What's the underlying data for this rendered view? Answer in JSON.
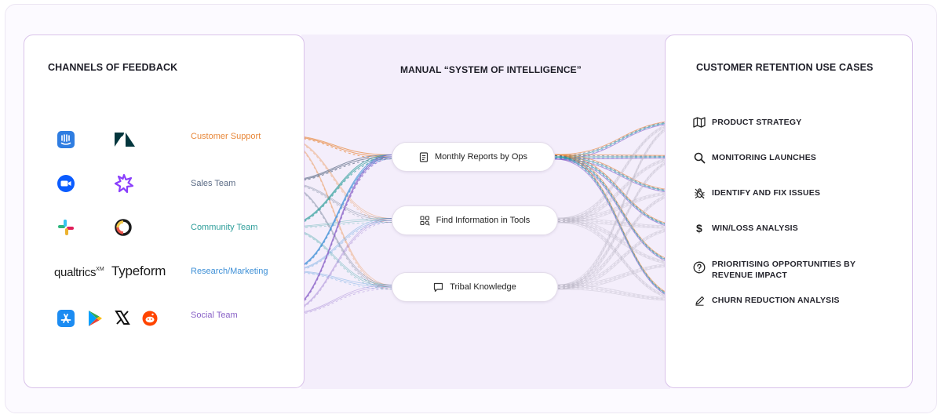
{
  "left_panel": {
    "title": "CHANNELS OF FEEDBACK",
    "tools": [
      {
        "icon": "intercom-icon",
        "color": "#2f7de1"
      },
      {
        "icon": "zendesk-icon",
        "color": "#03363d"
      },
      {
        "icon": "zoom-icon",
        "color": "#0b5cff"
      },
      {
        "icon": "gong-icon",
        "color": "#8a3ffc"
      },
      {
        "icon": "slack-icon",
        "color": "#e01e5a"
      },
      {
        "icon": "delighted-icon",
        "color": "#1a1a1a"
      },
      {
        "icon": "qualtrics-logo",
        "text": "qualtrics",
        "suffix": "XM"
      },
      {
        "icon": "typeform-logo",
        "text": "Typeform"
      },
      {
        "icon": "app-store-icon",
        "color": "#1c8cf2"
      },
      {
        "icon": "google-play-icon",
        "color": "#34a853"
      },
      {
        "icon": "x-icon",
        "color": "#111111"
      },
      {
        "icon": "reddit-icon",
        "color": "#ff4500"
      }
    ],
    "teams": [
      {
        "label": "Customer Support",
        "color": "#e8883a"
      },
      {
        "label": "Sales Team",
        "color": "#5b6b85"
      },
      {
        "label": "Community Team",
        "color": "#2e9e9a"
      },
      {
        "label": "Research/Marketing",
        "color": "#3d8fd6"
      },
      {
        "label": "Social Team",
        "color": "#8a63c7"
      }
    ]
  },
  "center": {
    "title": "MANUAL “SYSTEM OF INTELLIGENCE”",
    "nodes": [
      {
        "label": "Monthly Reports by Ops",
        "icon": "document-icon"
      },
      {
        "label": "Find Information in Tools",
        "icon": "search-grid-icon"
      },
      {
        "label": "Tribal Knowledge",
        "icon": "chat-icon"
      }
    ]
  },
  "right_panel": {
    "title": "CUSTOMER RETENTION  USE CASES",
    "use_cases": [
      {
        "label": "PRODUCT STRATEGY",
        "icon": "map-icon"
      },
      {
        "label": "MONITORING LAUNCHES",
        "icon": "magnifier-icon"
      },
      {
        "label": "IDENTIFY AND FIX ISSUES",
        "icon": "bug-icon"
      },
      {
        "label": "WIN/LOSS ANALYSIS",
        "icon": "dollar-icon"
      },
      {
        "label": "PRIORITISING OPPORTUNITIES  BY\nREVENUE IMPACT",
        "icon": "question-circle-icon"
      },
      {
        "label": "CHURN REDUCTION ANALYSIS",
        "icon": "pen-icon"
      }
    ]
  }
}
